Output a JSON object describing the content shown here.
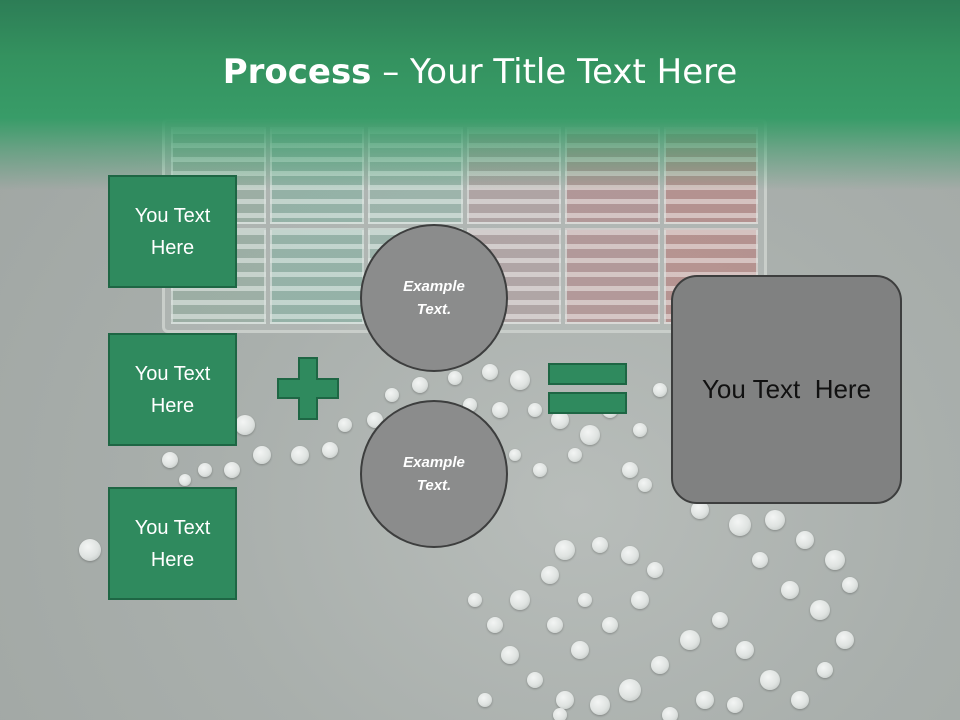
{
  "title": {
    "bold": "Process",
    "rest": " – Your Title Text Here"
  },
  "left_boxes": [
    {
      "line1": "You Text",
      "line2": "Here"
    },
    {
      "line1": "You Text",
      "line2": "Here"
    },
    {
      "line1": "You Text",
      "line2": "Here"
    }
  ],
  "circles": [
    {
      "line1": "Example",
      "line2": "Text."
    },
    {
      "line1": "Example",
      "line2": "Text."
    }
  ],
  "result": {
    "label": "You Text  Here"
  },
  "colors": {
    "header_green": "#34925f",
    "box_green": "#2f8a5e",
    "box_border": "#1e6644",
    "circle_gray": "#8b8c8c",
    "result_gray": "#808181"
  },
  "icons": {
    "plus": "plus-icon",
    "equals": "equals-icon"
  }
}
